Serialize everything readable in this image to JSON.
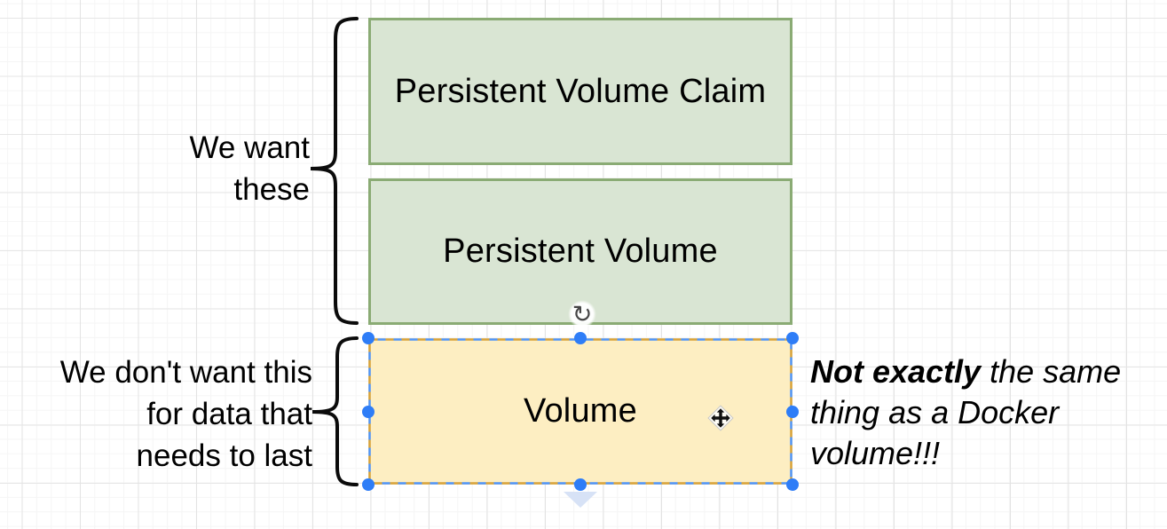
{
  "diagram": {
    "shapes": {
      "pvc": {
        "label": "Persistent Volume Claim",
        "fill": "#d9e5d3",
        "border": "#8aab74"
      },
      "pv": {
        "label": "Persistent Volume",
        "fill": "#d9e5d3",
        "border": "#8aab74"
      },
      "volume": {
        "label": "Volume",
        "fill": "#fdeec2",
        "border": "#d7a23b",
        "state": "selected"
      }
    },
    "annotations": {
      "want": {
        "line1": "We want",
        "line2": "these"
      },
      "dont_want": {
        "line1": "We don't want this",
        "line2": "for data that",
        "line3": "needs to last"
      },
      "note": {
        "bold": "Not exactly",
        "line1_rest": " the same",
        "line2": "thing as a Docker",
        "line3": "volume!!!"
      }
    },
    "icons": {
      "rotate": "↻"
    },
    "colors": {
      "selection_handle": "#2e7df7",
      "selection_dash_blue": "#4f94f8",
      "selection_dash_orange": "#d7a23b",
      "direction_arrow": "#d7e2f6"
    }
  }
}
